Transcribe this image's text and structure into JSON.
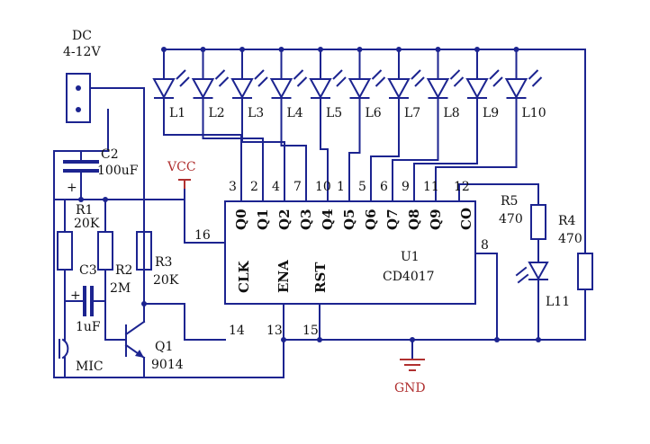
{
  "power": {
    "label": "DC",
    "voltage": "4-12V"
  },
  "capacitors": {
    "c2": {
      "name": "C2",
      "value": "100uF"
    },
    "c3": {
      "name": "C3",
      "value": "1uF"
    }
  },
  "resistors": {
    "r1": {
      "name": "R1",
      "value": "20K"
    },
    "r2": {
      "name": "R2",
      "value": "2M"
    },
    "r3": {
      "name": "R3",
      "value": "20K"
    },
    "r4": {
      "name": "R4",
      "value": "470"
    },
    "r5": {
      "name": "R5",
      "value": "470"
    }
  },
  "transistor": {
    "name": "Q1",
    "model": "9014"
  },
  "mic": {
    "label": "MIC"
  },
  "vcc": {
    "label": "VCC"
  },
  "gnd": {
    "label": "GND"
  },
  "ic": {
    "name": "U1",
    "model": "CD4017",
    "outputs": [
      "Q0",
      "Q1",
      "Q2",
      "Q3",
      "Q4",
      "Q5",
      "Q6",
      "Q7",
      "Q8",
      "Q9",
      "CO"
    ],
    "output_pins": [
      "3",
      "2",
      "4",
      "7",
      "10",
      "1",
      "5",
      "6",
      "9",
      "11",
      "12"
    ],
    "inputs": [
      "CLK",
      "ENA",
      "RST"
    ],
    "input_pins": [
      "14",
      "13",
      "15"
    ],
    "pin_vdd": "16",
    "pin_vss": "8"
  },
  "leds": [
    "L1",
    "L2",
    "L3",
    "L4",
    "L5",
    "L6",
    "L7",
    "L8",
    "L9",
    "L10"
  ],
  "led_indicator": "L11",
  "colors": {
    "wire": "#1c2490",
    "text": "#111111",
    "supply": "#b03030"
  }
}
